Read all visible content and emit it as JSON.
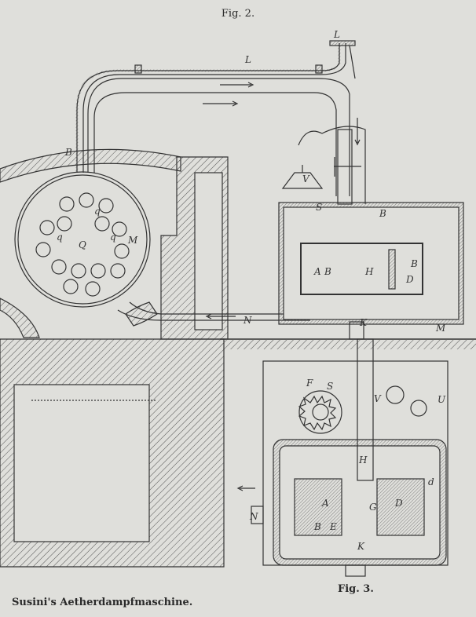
{
  "figures": {
    "fig2_caption": "Fig. 2.",
    "fig3_caption": "Fig. 3.",
    "main_caption": "Susini's Aetherdampfmaschine."
  },
  "fig2_labels": {
    "top_inlet": "L",
    "pipe_top": "L",
    "pipe_left": "B",
    "boiler_m": "M",
    "boiler_center": "Q",
    "tubes_q1": "q",
    "tubes_q2": "q",
    "tubes_q3": "q",
    "valve_v": "V",
    "vessel_s": "S",
    "pipe_b": "B",
    "cyl_a": "A",
    "cyl_b": "B",
    "cyl_h": "H",
    "cyl_b2": "B",
    "cyl_d": "D",
    "return_n": "N",
    "base_k": "K",
    "base_m": "M"
  },
  "fig3_labels": {
    "gear_f": "F",
    "gear_s": "S",
    "valve_v": "V",
    "u": "U",
    "h": "H",
    "a": "A",
    "d": "D",
    "g": "G",
    "e": "E",
    "b": "B",
    "n": "N",
    "k": "K",
    "d2": "d"
  }
}
